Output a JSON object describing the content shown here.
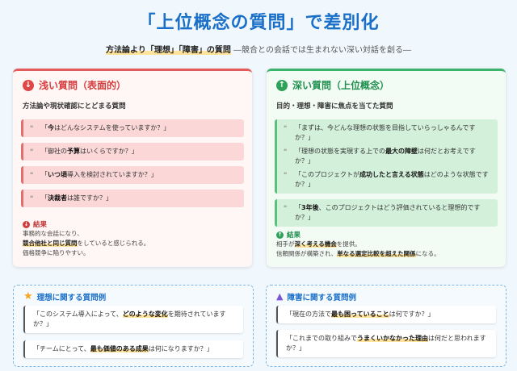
{
  "title": "「上位概念の質問」で差別化",
  "subtitle": {
    "highlight": "方法論より「理想」「障害」の質問",
    "rest": " ―競合との会話では生まれない深い対話を創る―"
  },
  "shallow": {
    "icon": "arrow-down-circle-icon",
    "heading": "浅い質問（表面的）",
    "sub": "方法論や現状確認にとどまる質問",
    "questions": [
      {
        "pre": "「",
        "bold": "今",
        "post": "はどんなシステムを使っていますか？」"
      },
      {
        "pre": "「御社の",
        "bold": "予算",
        "post": "はいくらですか？」"
      },
      {
        "pre": "「",
        "bold": "いつ頃",
        "post": "導入を検討されていますか？」"
      },
      {
        "pre": "「",
        "bold": "決裁者",
        "post": "は誰ですか？」"
      }
    ],
    "result_label": "結果",
    "result_line1": "事務的な会話になり、",
    "result_bold": "競合他社と同じ質問",
    "result_line2_post": "をしていると感じられる。",
    "result_line3": "価格競争に陥りやすい。"
  },
  "deep": {
    "icon": "arrow-up-circle-icon",
    "heading": "深い質問（上位概念）",
    "sub": "目的・理想・障害に焦点を当てた質問",
    "questions": [
      {
        "pre": "「まずは、今どんな理想の状態を目指していらっしゃるんですか？」",
        "bold": "",
        "post": ""
      },
      {
        "pre": "「理想の状態を実現する上での",
        "bold": "最大の障壁",
        "post": "は何だとお考えですか？」"
      },
      {
        "pre": "「このプロジェクトが",
        "bold": "成功したと言える状態",
        "post": "はどのような状態ですか？」"
      },
      {
        "pre": "「",
        "bold": "3年後",
        "post": "、このプロジェクトはどう評価されていると理想的ですか？」"
      }
    ],
    "result_label": "結果",
    "result_pre": "相手が",
    "result_bold1": "深く考える機会",
    "result_mid": "を提供。",
    "result_pre2": "信頼関係が構築され、",
    "result_bold2": "単なる選定比較を超えた関係",
    "result_post2": "になる。"
  },
  "ideal": {
    "icon": "star-icon",
    "heading": "理想に関する質問例",
    "q1_pre": "「このシステム導入によって、",
    "q1_bold": "どのような変化",
    "q1_post": "を期待されていますか？」",
    "q2_pre": "「チームにとって、",
    "q2_bold": "最も価値のある成果",
    "q2_post": "は何になりますか？」"
  },
  "obstacle": {
    "icon": "warning-triangle-icon",
    "heading": "障害に関する質問例",
    "q1_pre": "「現在の方法で",
    "q1_bold": "最も困っていること",
    "q1_post": "は何ですか？」",
    "q2_pre": "「これまでの取り組みで",
    "q2_bold": "うまくいかなかった理由",
    "q2_post": "は何だと思われますか？」"
  },
  "quote_mark": "❝",
  "colors": {
    "accent": "#1a6fc9",
    "red": "#e45b5b",
    "green": "#3bb36a"
  }
}
